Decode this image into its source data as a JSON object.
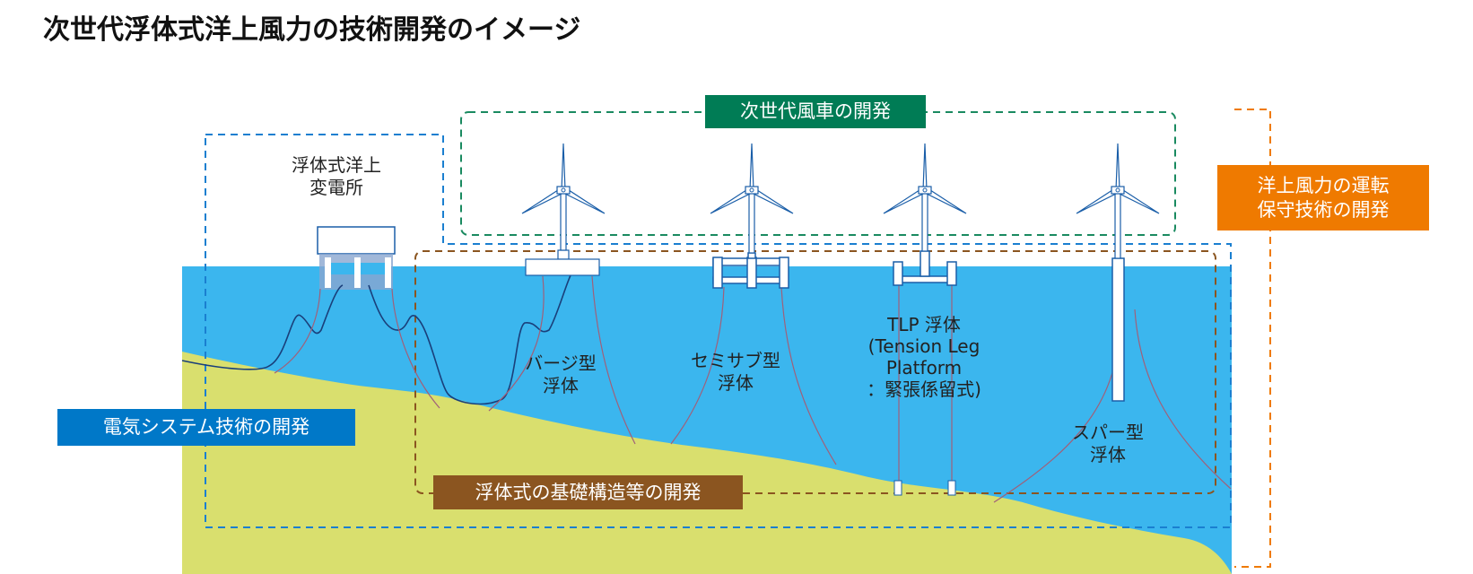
{
  "title": "次世代浮体式洋上風力の技術開発のイメージ",
  "tags": {
    "next_gen_turbine": {
      "label": "次世代風車の開発",
      "color": "#007c55"
    },
    "om": {
      "line1": "洋上風力の運転",
      "line2": "保守技術の開発",
      "color": "#ef7a00"
    },
    "electrical": {
      "label": "電気システム技術の開発",
      "color": "#0078c8"
    },
    "foundation": {
      "label": "浮体式の基礎構造等の開発",
      "color": "#8b5520"
    }
  },
  "labels": {
    "substation": {
      "line1": "浮体式洋上",
      "line2": "変電所"
    },
    "barge": {
      "line1": "バージ型",
      "line2": "浮体"
    },
    "semisub": {
      "line1": "セミサブ型",
      "line2": "浮体"
    },
    "tlp": {
      "line1": "TLP 浮体",
      "line2": "(Tension Leg",
      "line3": "Platform",
      "line4": "：緊張係留式)"
    },
    "spar": {
      "line1": "スパー型",
      "line2": "浮体"
    }
  },
  "colors": {
    "sea": "#3bb6ee",
    "seabed": "#d9df6e",
    "structure": "#1a5ea8",
    "mooring": "#a0607a",
    "cable": "#1a3f7a"
  }
}
